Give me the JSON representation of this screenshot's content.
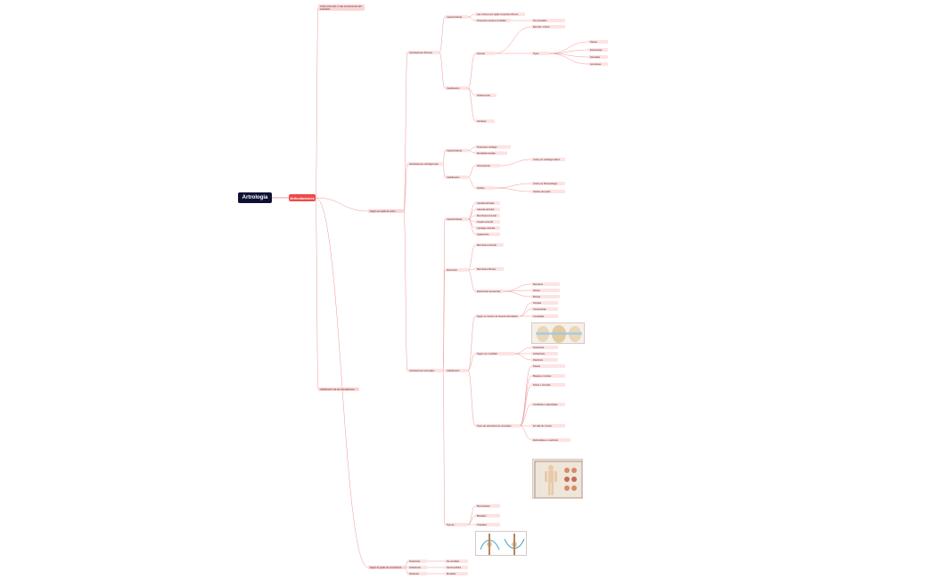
{
  "root": {
    "label": "Artrologia"
  },
  "central": {
    "label": "Articulaciones"
  },
  "nodes": [
    {
      "t": "Unión entre dos o más componentes del esqueleto"
    },
    {
      "t": "Según su tejido de unión"
    },
    {
      "t": "Articulaciones fibrosas"
    },
    {
      "t": "Características"
    },
    {
      "t": "Las uniones por tejido conjuntivo fibroso"
    },
    {
      "t": "Presentan escasa movilidad"
    },
    {
      "t": "No sinoviales"
    },
    {
      "t": "Clasificación"
    },
    {
      "t": "Suturas"
    },
    {
      "t": "Ejemplo: cráneo"
    },
    {
      "t": "Tipos"
    },
    {
      "t": "Planas"
    },
    {
      "t": "Escamosas"
    },
    {
      "t": "Dentadas"
    },
    {
      "t": "Armónicas"
    },
    {
      "t": "Sindesmosis"
    },
    {
      "t": "Gónfosis"
    },
    {
      "t": "Articulaciones cartilaginosas"
    },
    {
      "t": "Características"
    },
    {
      "t": "Presentan cartílago"
    },
    {
      "t": "Movilidad limitada"
    },
    {
      "t": "Clasificación"
    },
    {
      "t": "Sincondrosis"
    },
    {
      "t": "Unión por cartílago hialino"
    },
    {
      "t": "Sínfisis"
    },
    {
      "t": "Unión por fibrocartílago"
    },
    {
      "t": "Sínfisis del pubis"
    },
    {
      "t": "Articulaciones sinoviales"
    },
    {
      "t": "Características"
    },
    {
      "t": "Cavidad articular"
    },
    {
      "t": "Cápsula articular"
    },
    {
      "t": "Membrana sinovial"
    },
    {
      "t": "Líquido sinovial"
    },
    {
      "t": "Cartílago articular"
    },
    {
      "t": "Ligamentos"
    },
    {
      "t": "Estructura"
    },
    {
      "t": "Membrana sinovial"
    },
    {
      "t": "Membrana fibrosa"
    },
    {
      "t": "Estructuras accesorias"
    },
    {
      "t": "Meniscos"
    },
    {
      "t": "Discos"
    },
    {
      "t": "Bursas"
    },
    {
      "t": "Clasificación"
    },
    {
      "t": "Según el número de huesos articulados"
    },
    {
      "t": "Simples"
    },
    {
      "t": "Compuestas"
    },
    {
      "t": "Complejas"
    },
    {
      "t": "Según su movilidad"
    },
    {
      "t": "Sinartrosis"
    },
    {
      "t": "Anfiartrosis"
    },
    {
      "t": "Diartrosis"
    },
    {
      "t": "Tipos de articulaciones sinoviales"
    },
    {
      "t": "Planas"
    },
    {
      "t": "Bisagra o troclear"
    },
    {
      "t": "Pivote o trocoide"
    },
    {
      "t": "Condíleas o elipsoideas"
    },
    {
      "t": "En silla de montar"
    },
    {
      "t": "Esferoideas o enartrosis"
    },
    {
      "t": "Tipo de movimiento"
    },
    {
      "t": "Monoaxiales"
    },
    {
      "t": "Biaxiales"
    },
    {
      "t": "Triaxiales"
    },
    {
      "t": "Clasificación de las articulaciones"
    },
    {
      "t": "Según el grado de movimiento"
    },
    {
      "t": "Sinartrosis"
    },
    {
      "t": "Anfiartrosis"
    },
    {
      "t": "Diartrosis"
    },
    {
      "t": "No movibles"
    },
    {
      "t": "Semimovibles"
    },
    {
      "t": "Movibles"
    }
  ]
}
